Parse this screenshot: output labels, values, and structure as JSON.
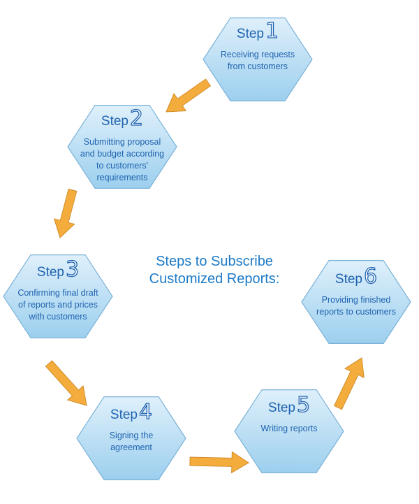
{
  "title_line1": "Steps to Subscribe",
  "title_line2": "Customized Reports:",
  "colors": {
    "hexagon_top": "#dff0fb",
    "hexagon_bottom": "#9ccfee",
    "hexagon_border": "#7bb2d8",
    "arrow_fill": "#f4ad3c",
    "arrow_stroke": "#d18c2a",
    "text": "#1f63b0"
  },
  "steps": [
    {
      "word": "Step",
      "number": "1",
      "lines": [
        "Receiving requests",
        "from customers"
      ]
    },
    {
      "word": "Step",
      "number": "2",
      "lines": [
        "Submitting proposal",
        "and budget according",
        "to customers'",
        "requirements"
      ]
    },
    {
      "word": "Step",
      "number": "3",
      "lines": [
        "Confirming final draft",
        "of reports and prices",
        "with customers"
      ]
    },
    {
      "word": "Step",
      "number": "4",
      "lines": [
        "Signing the",
        "agreement"
      ]
    },
    {
      "word": "Step",
      "number": "5",
      "lines": [
        "Writing reports"
      ]
    },
    {
      "word": "Step",
      "number": "6",
      "lines": [
        "Providing finished",
        "reports to customers"
      ]
    }
  ]
}
